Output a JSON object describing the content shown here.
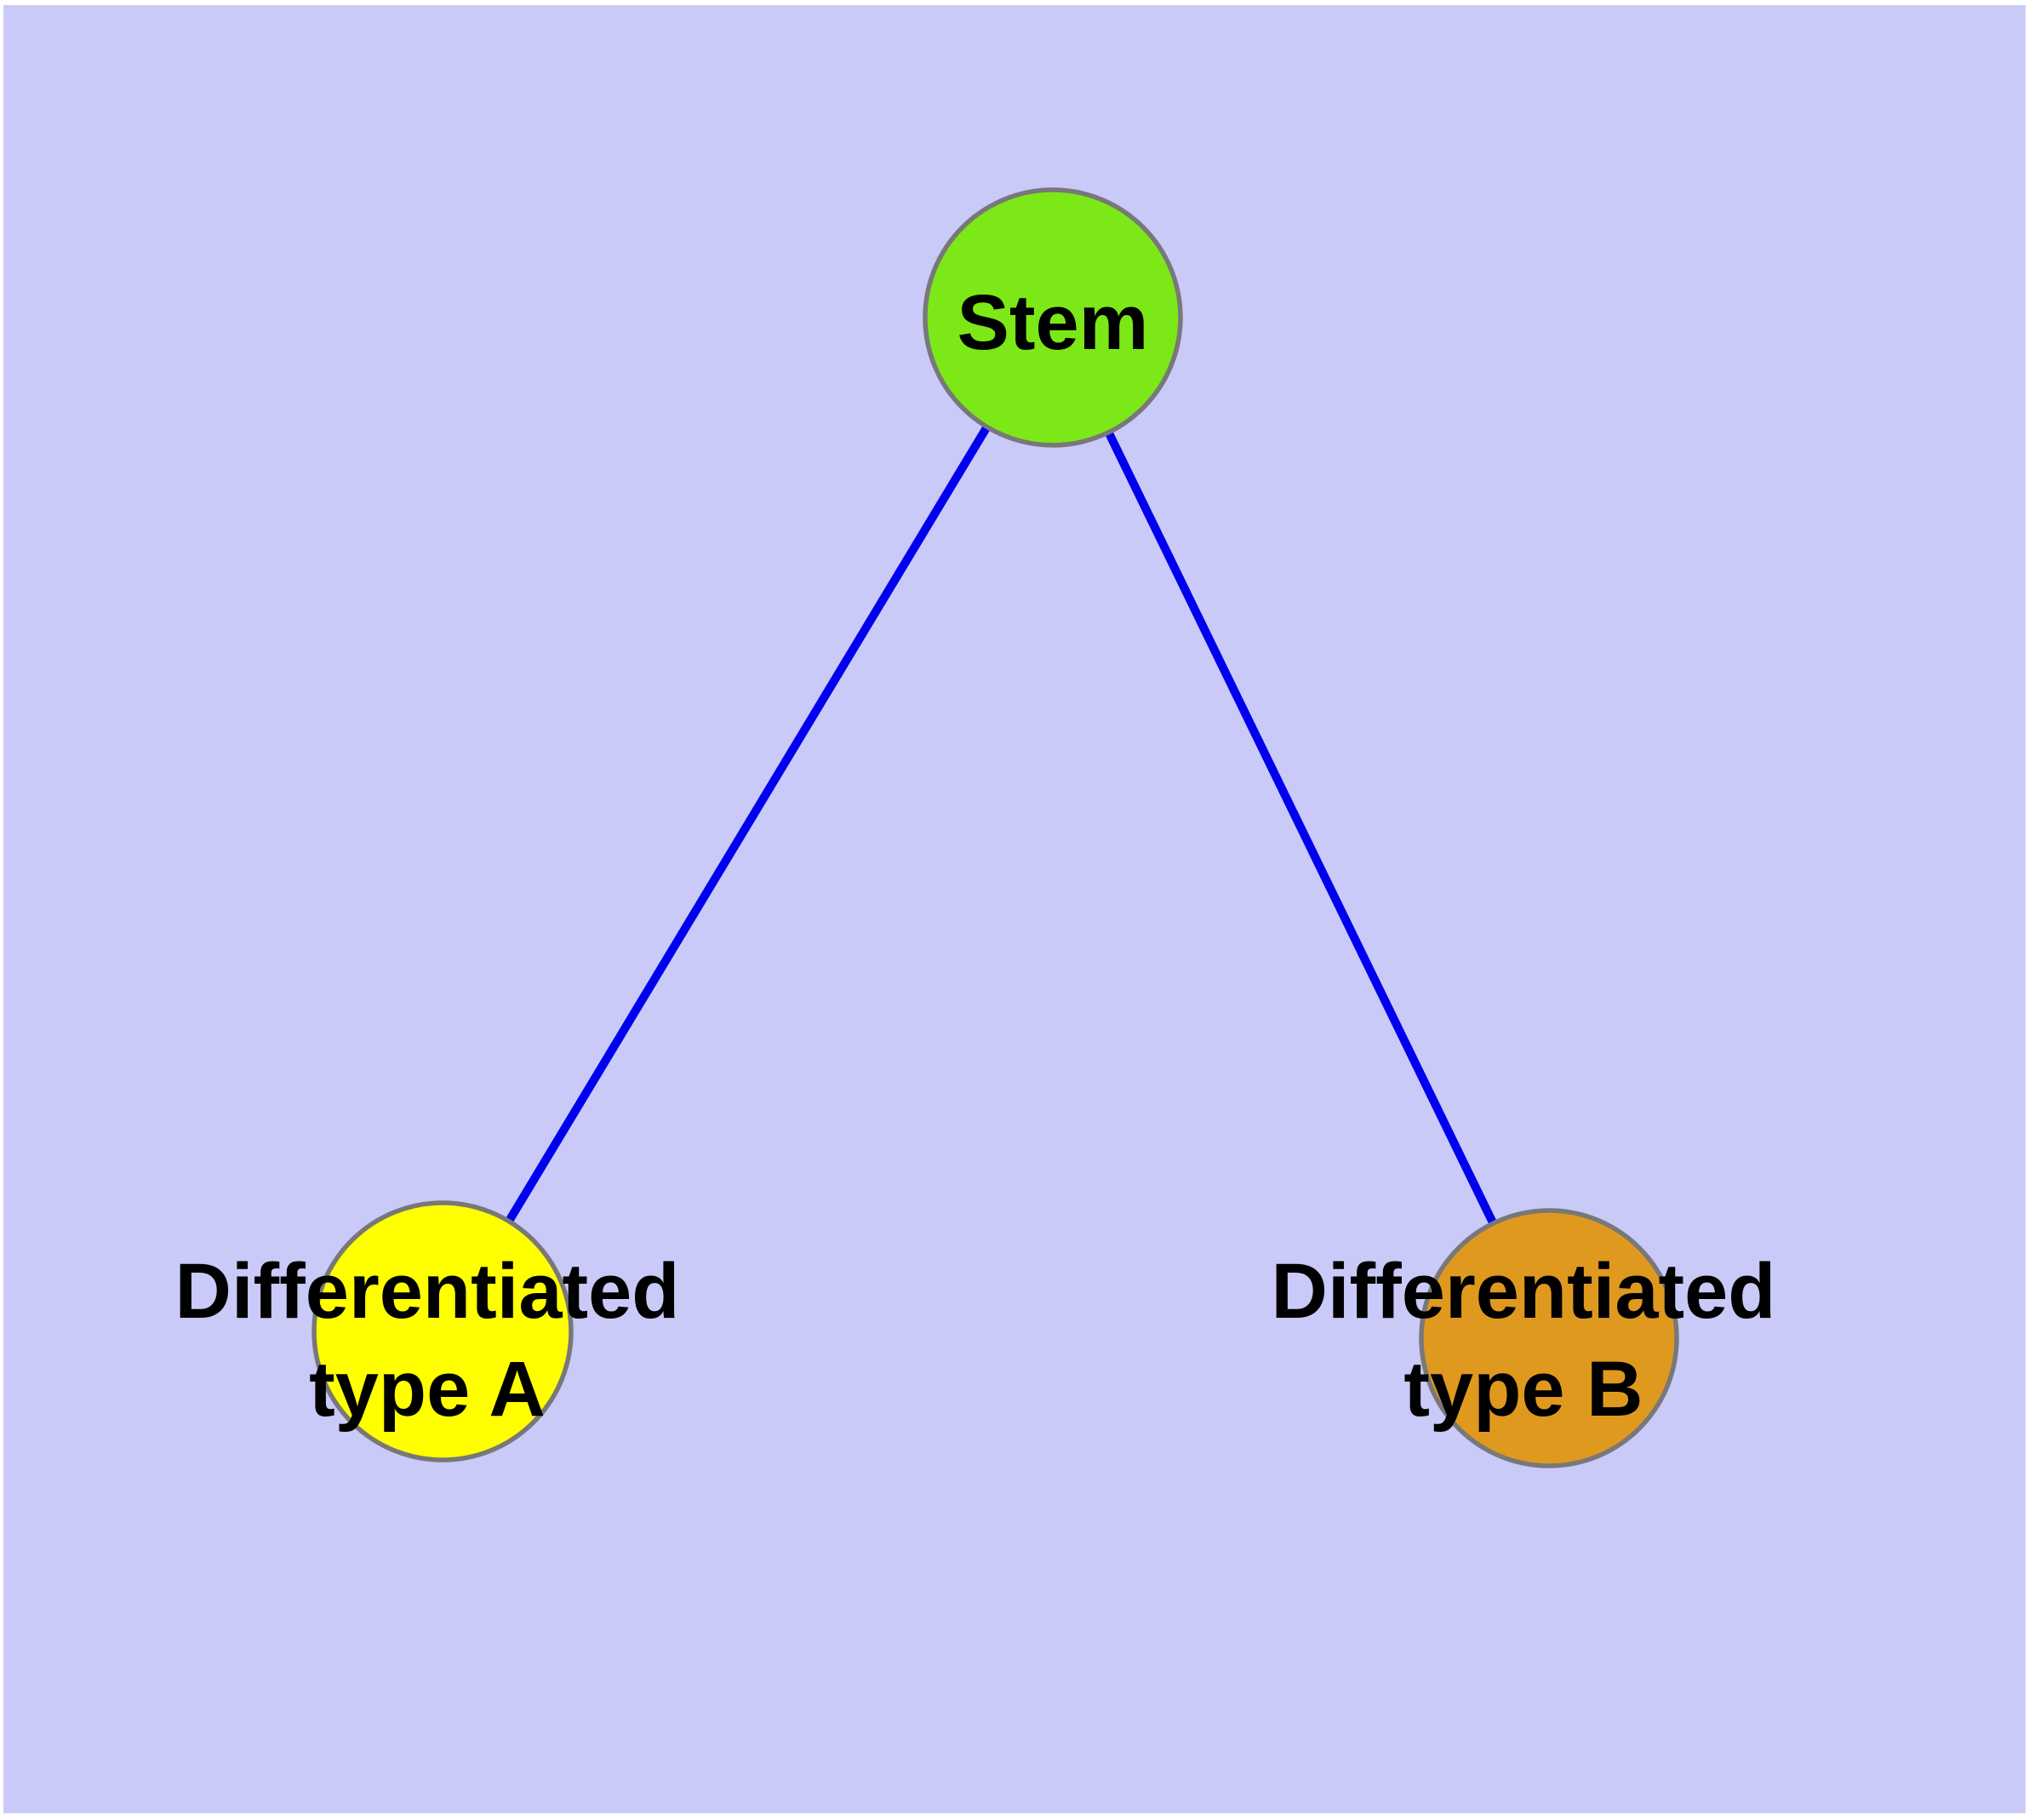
{
  "diagram": {
    "type": "graph",
    "background_color": "#CACAF8",
    "frame_color": "#FFFFFF",
    "edge_color": "#0000EE",
    "node_border_color": "#787878",
    "label_color": "#000000",
    "nodes": [
      {
        "id": "stem",
        "label": "Stem",
        "color": "#7DE817"
      },
      {
        "id": "typeA",
        "label_line1": "Differentiated",
        "label_line2": "type A",
        "color": "#FFFF00"
      },
      {
        "id": "typeB",
        "label_line1": "Differentiated",
        "label_line2": "type B",
        "color": "#E0991F"
      }
    ],
    "edges": [
      {
        "from": "stem",
        "to": "typeA"
      },
      {
        "from": "stem",
        "to": "typeB"
      }
    ]
  }
}
